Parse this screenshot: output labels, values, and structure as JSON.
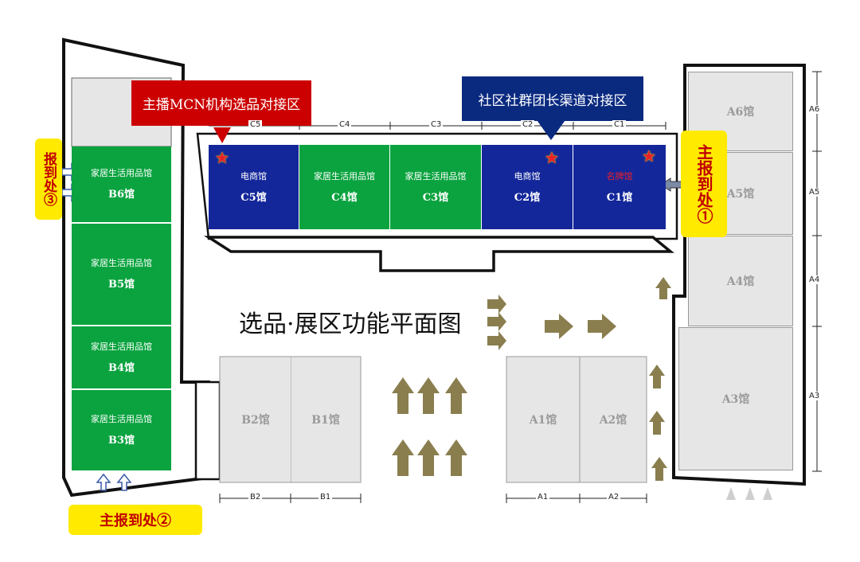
{
  "title": "选品·展区功能平面图",
  "callouts": {
    "mcn": "主播MCN机构选品对接区",
    "community": "社区社群团长渠道对接区"
  },
  "checkpoints": {
    "main1": "主报到处①",
    "main2": "主报到处②",
    "cp3": "报到处③"
  },
  "colors": {
    "green": "#0aa33f",
    "blue": "#14279a",
    "grey": "#e6e6e6",
    "red": "#cc0000",
    "navy": "#0a2a80",
    "yellow": "#ffea00",
    "arrow": "#8a7e4f"
  },
  "halls_c": [
    {
      "type": "电商馆",
      "name": "C5馆",
      "color": "blue"
    },
    {
      "type": "家居生活用品馆",
      "name": "C4馆",
      "color": "green"
    },
    {
      "type": "家居生活用品馆",
      "name": "C3馆",
      "color": "green"
    },
    {
      "type": "电商馆",
      "name": "C2馆",
      "color": "blue"
    },
    {
      "type": "名牌馆",
      "name": "C1馆",
      "color": "blue",
      "type_color": "red"
    }
  ],
  "halls_b_left": [
    {
      "type": "家居生活用品馆",
      "name": "B6馆"
    },
    {
      "type": "家居生活用品馆",
      "name": "B5馆"
    },
    {
      "type": "家居生活用品馆",
      "name": "B4馆"
    },
    {
      "type": "家居生活用品馆",
      "name": "B3馆"
    }
  ],
  "halls_grey_mid": [
    "B2馆",
    "B1馆",
    "A1馆",
    "A2馆"
  ],
  "halls_a_right": [
    "A6馆",
    "A5馆",
    "A4馆",
    "A3馆"
  ],
  "dims_top": [
    "C5",
    "C4",
    "C3",
    "C2",
    "C1"
  ],
  "dims_bottom": [
    "B2",
    "B1",
    "A1",
    "A2"
  ],
  "dims_right": [
    "A6",
    "A5",
    "A4",
    "A3"
  ]
}
